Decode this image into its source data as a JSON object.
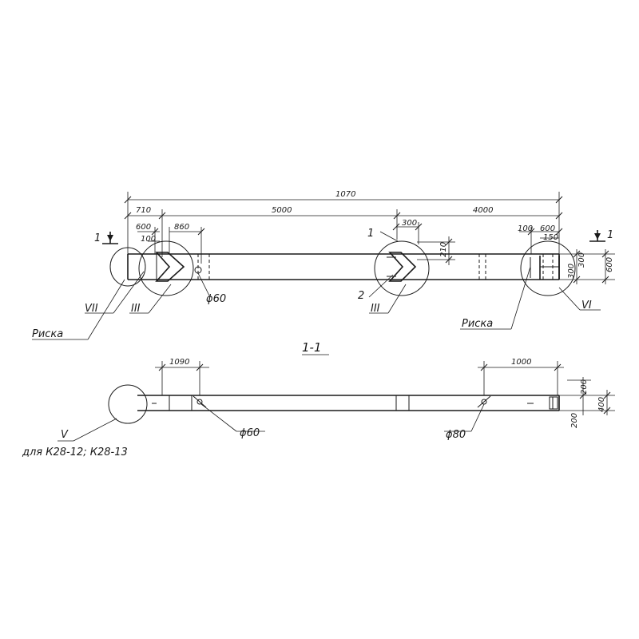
{
  "top_view": {
    "dim_overall": "1070",
    "dim_left_end": "710",
    "dim_middle": "5000",
    "dim_right_part": "4000",
    "dim_600_left": "600",
    "dim_100_left": "100",
    "dim_860": "860",
    "dim_300_center": "300",
    "dim_210": "210",
    "dim_100_right": "100",
    "dim_600_right": "600",
    "dim_150": "150",
    "dim_300a": "300",
    "dim_300b": "300",
    "dim_600_height": "600",
    "section_mark_left": "1",
    "section_mark_right": "1",
    "pos_1": "1",
    "pos_2": "2",
    "hole_left": "ϕ60",
    "node_VII": "VII",
    "node_III_left": "III",
    "node_III_center": "III",
    "node_VI": "VI",
    "riska_left": "Риска",
    "riska_right": "Риска"
  },
  "section": {
    "title": "1-1",
    "dim_1090": "1090",
    "dim_1000": "1000",
    "dim_200_top": "200",
    "dim_400": "400",
    "dim_200_bottom": "200",
    "hole_left": "ϕ60",
    "hole_right": "ϕ80",
    "node_V": "V",
    "note": "для К28-12; К28-13"
  }
}
